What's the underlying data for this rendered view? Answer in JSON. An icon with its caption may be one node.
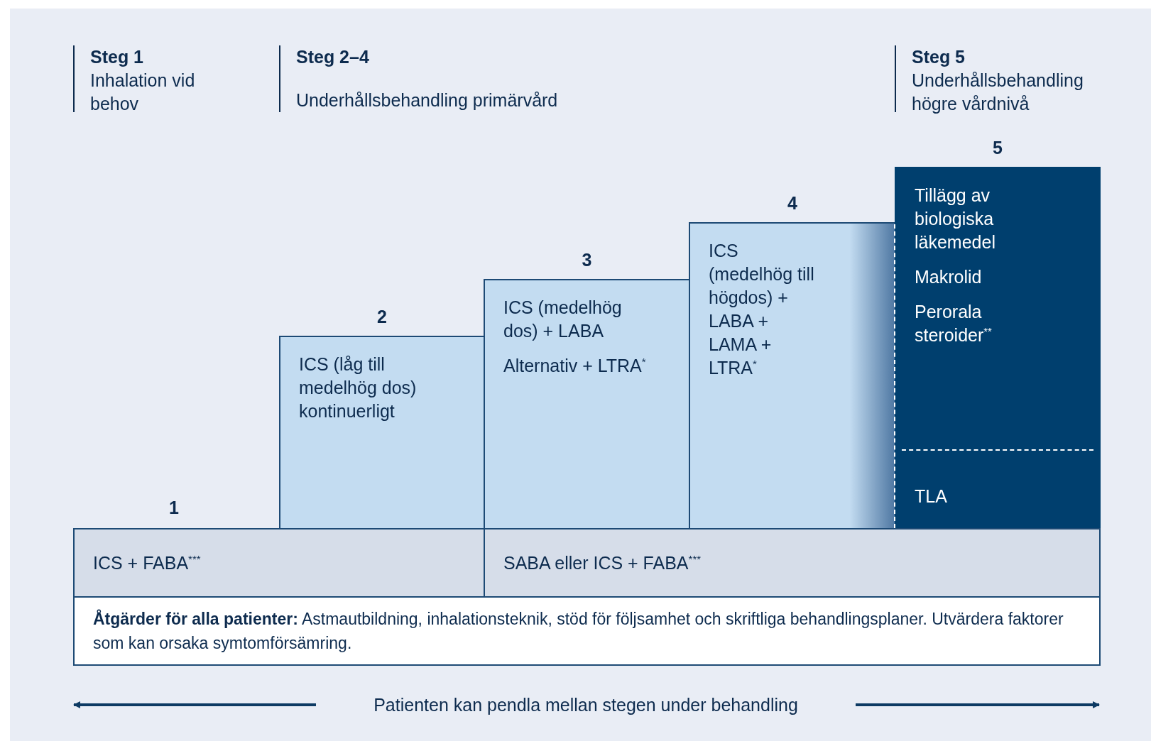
{
  "diagram": {
    "nodes": [
      {
        "text": [
          "Steg 1",
          "Inhalation vid behov"
        ]
      },
      {
        "text": [
          "Steg 2–4",
          "Underhållsbehandling primärvård"
        ]
      },
      {
        "text": [
          "Steg 5",
          "Underhållsbehandling högre vårdnivå"
        ]
      },
      {
        "text": [
          "ICS (låg till medelhög dos) kontinuerligt"
        ],
        "beside": [
          "2"
        ]
      },
      {
        "text": [
          "ICS (medelhög dos) + LABA",
          "Alternativ + LTRA$^{*}$"
        ],
        "beside": [
          "3"
        ]
      },
      {
        "text": [
          "ICS (medelhög till högdos) + LABA + LAMA + LTRA$^{*}$"
        ],
        "beside": [
          "4"
        ]
      },
      {
        "text": [
          "Tillägg av biologiska läkemedel",
          "Makrolid",
          "Perorala steroider$^{**}$",
          "TLA"
        ],
        "beside": [
          "5"
        ]
      },
      {
        "text": [
          "ICS + FABA$^{***}$"
        ],
        "beside": [
          "1"
        ]
      },
      {
        "text": [
          "SABA eller ICS + FABA$^{***}$"
        ]
      },
      {
        "text": [
          "**Åtgärder för alla patienter:** Astmautbildning, inhalationsteknik, stöd för följsamhet och skriftliga behandlingsplaner. Utvärdera faktorer som kan orsaka symtomförsämring."
        ]
      }
    ],
    "labels": [
      "Patienten kan pendla mellan stegen under behandling"
    ]
  }
}
